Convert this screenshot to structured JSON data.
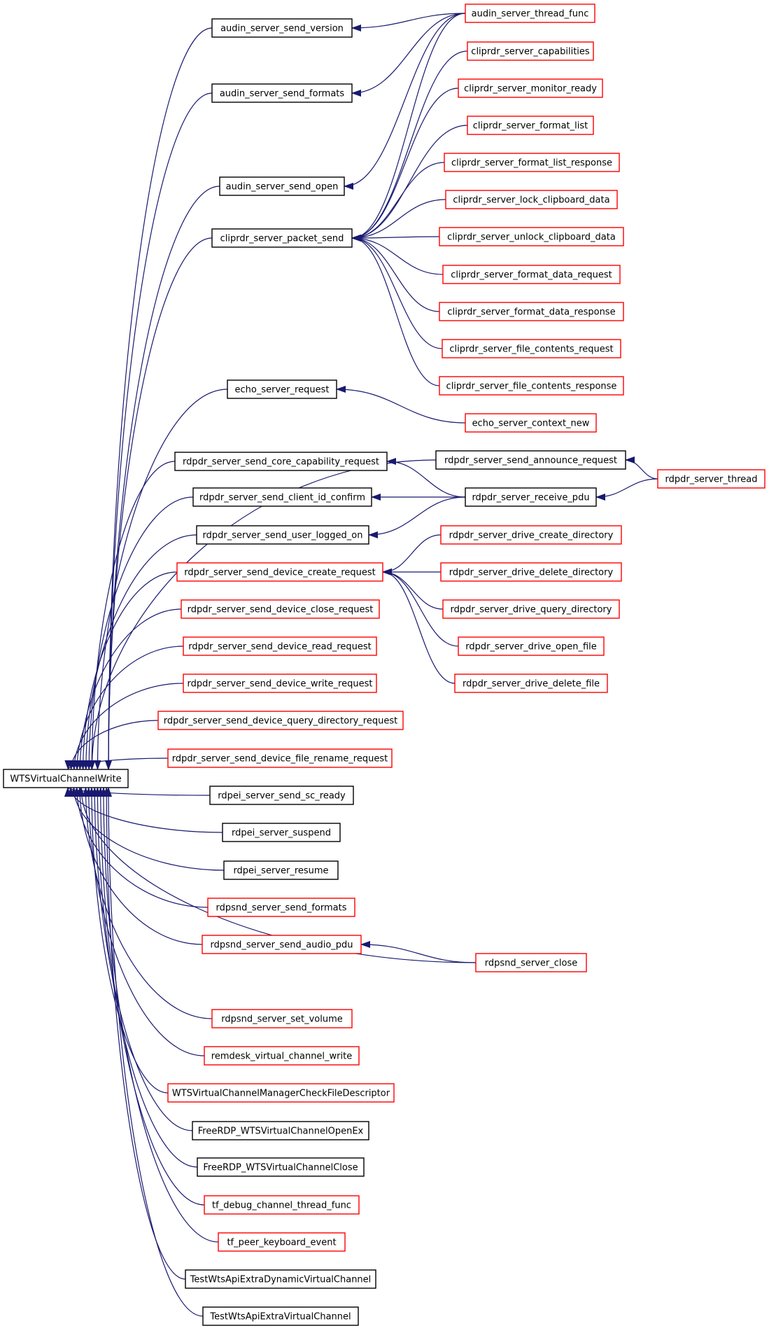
{
  "colors": {
    "edge": "#191970",
    "border_plain": "#000000",
    "border_link": "#ff0000",
    "root_fill": "#bfbfbf",
    "node_fill": "#ffffff"
  },
  "nodes": [
    {
      "id": "root",
      "label": "WTSVirtualChannelWrite",
      "style": "root"
    },
    {
      "id": "audin_ver",
      "label": "audin_server_send_version",
      "style": "plain"
    },
    {
      "id": "audin_fmt",
      "label": "audin_server_send_formats",
      "style": "plain"
    },
    {
      "id": "audin_open",
      "label": "audin_server_send_open",
      "style": "plain"
    },
    {
      "id": "cliprdr_send",
      "label": "cliprdr_server_packet_send",
      "style": "plain"
    },
    {
      "id": "echo_req",
      "label": "echo_server_request",
      "style": "plain"
    },
    {
      "id": "rdpdr_core",
      "label": "rdpdr_server_send_core_capability_request",
      "style": "plain"
    },
    {
      "id": "rdpdr_client",
      "label": "rdpdr_server_send_client_id_confirm",
      "style": "plain"
    },
    {
      "id": "rdpdr_user",
      "label": "rdpdr_server_send_user_logged_on",
      "style": "plain"
    },
    {
      "id": "rdpdr_dev_create",
      "label": "rdpdr_server_send_device_create_request",
      "style": "link"
    },
    {
      "id": "rdpdr_dev_close",
      "label": "rdpdr_server_send_device_close_request",
      "style": "link"
    },
    {
      "id": "rdpdr_dev_read",
      "label": "rdpdr_server_send_device_read_request",
      "style": "link"
    },
    {
      "id": "rdpdr_dev_write",
      "label": "rdpdr_server_send_device_write_request",
      "style": "link"
    },
    {
      "id": "rdpdr_dev_qdir",
      "label": "rdpdr_server_send_device_query_directory_request",
      "style": "link"
    },
    {
      "id": "rdpdr_dev_rename",
      "label": "rdpdr_server_send_device_file_rename_request",
      "style": "link"
    },
    {
      "id": "rdpei_sc",
      "label": "rdpei_server_send_sc_ready",
      "style": "plain"
    },
    {
      "id": "rdpei_susp",
      "label": "rdpei_server_suspend",
      "style": "plain"
    },
    {
      "id": "rdpei_res",
      "label": "rdpei_server_resume",
      "style": "plain"
    },
    {
      "id": "rdpsnd_fmt",
      "label": "rdpsnd_server_send_formats",
      "style": "link"
    },
    {
      "id": "rdpsnd_audio",
      "label": "rdpsnd_server_send_audio_pdu",
      "style": "link"
    },
    {
      "id": "rdpsnd_vol",
      "label": "rdpsnd_server_set_volume",
      "style": "link"
    },
    {
      "id": "remdesk_write",
      "label": "remdesk_virtual_channel_write",
      "style": "link"
    },
    {
      "id": "wts_mgr",
      "label": "WTSVirtualChannelManagerCheckFileDescriptor",
      "style": "link"
    },
    {
      "id": "frdp_open",
      "label": "FreeRDP_WTSVirtualChannelOpenEx",
      "style": "plain"
    },
    {
      "id": "frdp_close",
      "label": "FreeRDP_WTSVirtualChannelClose",
      "style": "plain"
    },
    {
      "id": "tf_debug",
      "label": "tf_debug_channel_thread_func",
      "style": "link"
    },
    {
      "id": "tf_peer",
      "label": "tf_peer_keyboard_event",
      "style": "link"
    },
    {
      "id": "test_dyn",
      "label": "TestWtsApiExtraDynamicVirtualChannel",
      "style": "plain"
    },
    {
      "id": "test_vc",
      "label": "TestWtsApiExtraVirtualChannel",
      "style": "plain"
    },
    {
      "id": "audin_thread",
      "label": "audin_server_thread_func",
      "style": "link"
    },
    {
      "id": "clip_caps",
      "label": "cliprdr_server_capabilities",
      "style": "link"
    },
    {
      "id": "clip_mon",
      "label": "cliprdr_server_monitor_ready",
      "style": "link"
    },
    {
      "id": "clip_fl",
      "label": "cliprdr_server_format_list",
      "style": "link"
    },
    {
      "id": "clip_flr",
      "label": "cliprdr_server_format_list_response",
      "style": "link"
    },
    {
      "id": "clip_lock",
      "label": "cliprdr_server_lock_clipboard_data",
      "style": "link"
    },
    {
      "id": "clip_unlock",
      "label": "cliprdr_server_unlock_clipboard_data",
      "style": "link"
    },
    {
      "id": "clip_fdreq",
      "label": "cliprdr_server_format_data_request",
      "style": "link"
    },
    {
      "id": "clip_fdresp",
      "label": "cliprdr_server_format_data_response",
      "style": "link"
    },
    {
      "id": "clip_fcreq",
      "label": "cliprdr_server_file_contents_request",
      "style": "link"
    },
    {
      "id": "clip_fcresp",
      "label": "cliprdr_server_file_contents_response",
      "style": "link"
    },
    {
      "id": "echo_ctx",
      "label": "echo_server_context_new",
      "style": "link"
    },
    {
      "id": "rdpdr_announce",
      "label": "rdpdr_server_send_announce_request",
      "style": "plain"
    },
    {
      "id": "rdpdr_recv",
      "label": "rdpdr_server_receive_pdu",
      "style": "plain"
    },
    {
      "id": "rdpdr_thread",
      "label": "rdpdr_server_thread",
      "style": "link"
    },
    {
      "id": "drv_cdir",
      "label": "rdpdr_server_drive_create_directory",
      "style": "link"
    },
    {
      "id": "drv_ddir",
      "label": "rdpdr_server_drive_delete_directory",
      "style": "link"
    },
    {
      "id": "drv_qdir",
      "label": "rdpdr_server_drive_query_directory",
      "style": "link"
    },
    {
      "id": "drv_open",
      "label": "rdpdr_server_drive_open_file",
      "style": "link"
    },
    {
      "id": "drv_dfile",
      "label": "rdpdr_server_drive_delete_file",
      "style": "link"
    },
    {
      "id": "rdpsnd_close",
      "label": "rdpsnd_server_close",
      "style": "link"
    }
  ],
  "edges": [
    [
      "audin_ver",
      "root"
    ],
    [
      "audin_fmt",
      "root"
    ],
    [
      "audin_open",
      "root"
    ],
    [
      "cliprdr_send",
      "root"
    ],
    [
      "echo_req",
      "root"
    ],
    [
      "rdpdr_announce",
      "root"
    ],
    [
      "rdpdr_core",
      "root"
    ],
    [
      "rdpdr_client",
      "root"
    ],
    [
      "rdpdr_user",
      "root"
    ],
    [
      "rdpdr_dev_create",
      "root"
    ],
    [
      "rdpdr_dev_close",
      "root"
    ],
    [
      "rdpdr_dev_read",
      "root"
    ],
    [
      "rdpdr_dev_write",
      "root"
    ],
    [
      "rdpdr_dev_qdir",
      "root"
    ],
    [
      "rdpdr_dev_rename",
      "root"
    ],
    [
      "rdpei_sc",
      "root"
    ],
    [
      "rdpei_susp",
      "root"
    ],
    [
      "rdpei_res",
      "root"
    ],
    [
      "rdpsnd_fmt",
      "root"
    ],
    [
      "rdpsnd_audio",
      "root"
    ],
    [
      "rdpsnd_close",
      "root"
    ],
    [
      "rdpsnd_vol",
      "root"
    ],
    [
      "remdesk_write",
      "root"
    ],
    [
      "wts_mgr",
      "root"
    ],
    [
      "frdp_open",
      "root"
    ],
    [
      "frdp_close",
      "root"
    ],
    [
      "tf_debug",
      "root"
    ],
    [
      "tf_peer",
      "root"
    ],
    [
      "test_dyn",
      "root"
    ],
    [
      "test_vc",
      "root"
    ],
    [
      "audin_thread",
      "audin_ver"
    ],
    [
      "audin_thread",
      "audin_fmt"
    ],
    [
      "audin_thread",
      "audin_open"
    ],
    [
      "audin_thread",
      "cliprdr_send"
    ],
    [
      "clip_caps",
      "cliprdr_send"
    ],
    [
      "clip_mon",
      "cliprdr_send"
    ],
    [
      "clip_fl",
      "cliprdr_send"
    ],
    [
      "clip_flr",
      "cliprdr_send"
    ],
    [
      "clip_lock",
      "cliprdr_send"
    ],
    [
      "clip_unlock",
      "cliprdr_send"
    ],
    [
      "clip_fdreq",
      "cliprdr_send"
    ],
    [
      "clip_fdresp",
      "cliprdr_send"
    ],
    [
      "clip_fcreq",
      "cliprdr_send"
    ],
    [
      "clip_fcresp",
      "cliprdr_send"
    ],
    [
      "echo_ctx",
      "echo_req"
    ],
    [
      "rdpdr_recv",
      "rdpdr_core"
    ],
    [
      "rdpdr_recv",
      "rdpdr_client"
    ],
    [
      "rdpdr_recv",
      "rdpdr_user"
    ],
    [
      "rdpdr_thread",
      "rdpdr_announce"
    ],
    [
      "rdpdr_thread",
      "rdpdr_recv"
    ],
    [
      "drv_cdir",
      "rdpdr_dev_create"
    ],
    [
      "drv_ddir",
      "rdpdr_dev_create"
    ],
    [
      "drv_qdir",
      "rdpdr_dev_create"
    ],
    [
      "drv_open",
      "rdpdr_dev_create"
    ],
    [
      "drv_dfile",
      "rdpdr_dev_create"
    ],
    [
      "rdpsnd_close",
      "rdpsnd_audio"
    ]
  ]
}
